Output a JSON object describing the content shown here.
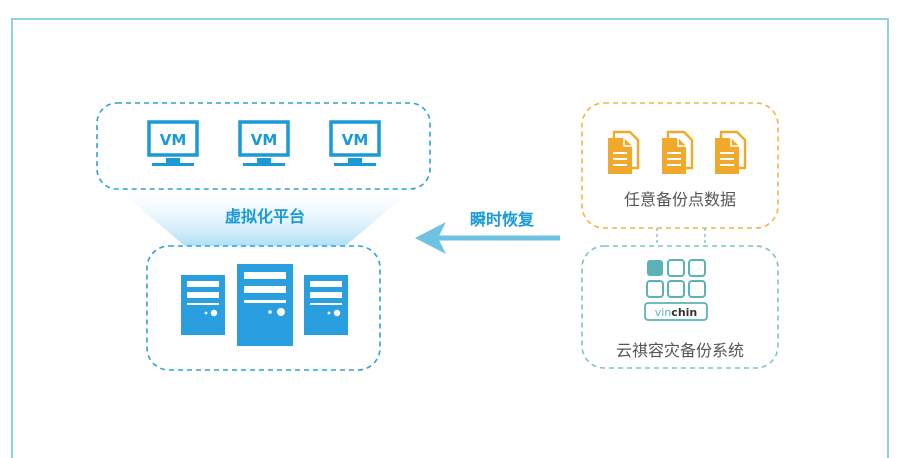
{
  "vms": [
    {
      "label": "VM"
    },
    {
      "label": "VM"
    },
    {
      "label": "VM"
    }
  ],
  "platform_label": "虚拟化平台",
  "restore_label": "瞬时恢复",
  "backup_points_label": "任意备份点数据",
  "system_label": "云祺容灾备份系统",
  "logo": {
    "part1": "vin",
    "part2": "chin"
  },
  "colors": {
    "blue": "#1a9ad6",
    "server_blue": "#2a9fe0",
    "orange": "#f0a92a",
    "teal": "#5bb3b8",
    "arrow": "#6cc2e0",
    "frame": "#8fd3e3"
  }
}
